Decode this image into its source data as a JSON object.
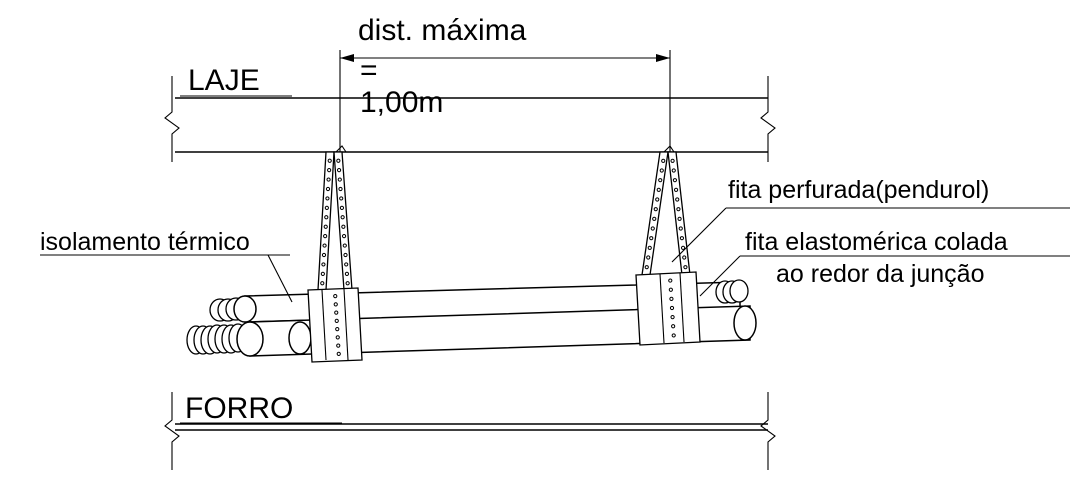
{
  "labels": {
    "laje": "LAJE",
    "forro": "FORRO",
    "dimension": [
      "dist. máxima",
      "=",
      "1,00m"
    ],
    "isolamento": "isolamento térmico",
    "fita_perfurada": "fita  perfurada(pendurol)",
    "fita_elastomerica": [
      "fita elastomérica colada",
      "ao redor da junção"
    ]
  }
}
